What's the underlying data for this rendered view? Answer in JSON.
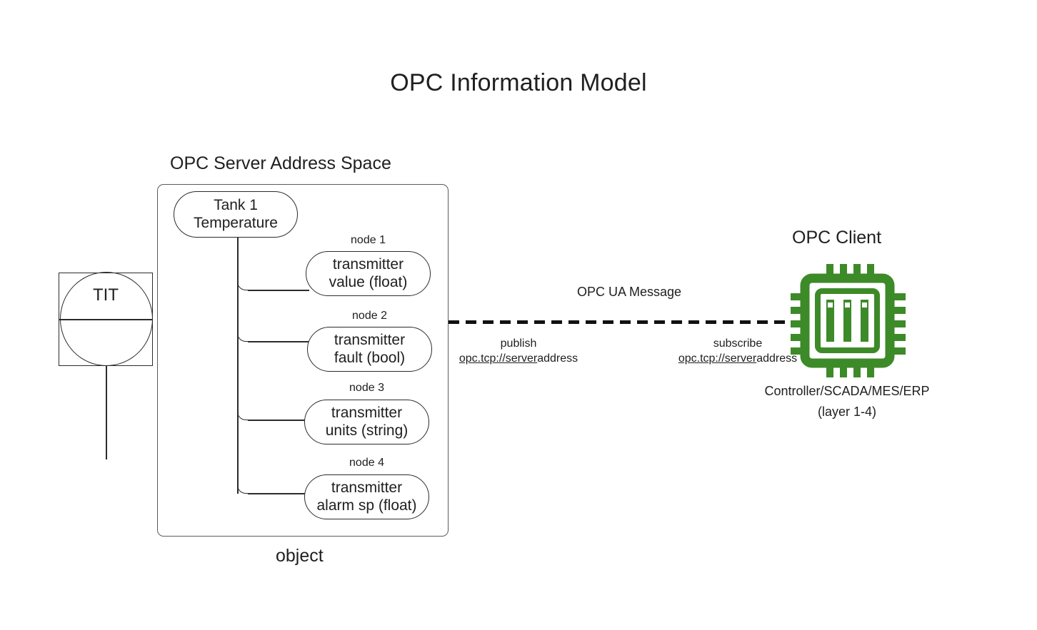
{
  "diagram": {
    "title": "OPC Information Model",
    "colors": {
      "chip_green": "#3d8a28",
      "stroke": "#2b2b2b",
      "container_stroke": "#5b5b5b",
      "text": "#202020"
    }
  },
  "server": {
    "heading": "OPC Server Address Space",
    "footer_label": "object",
    "root_node": {
      "line1": "Tank 1",
      "line2": "Temperature"
    },
    "nodes": [
      {
        "caption": "node 1",
        "line1": "transmitter",
        "line2": "value (float)"
      },
      {
        "caption": "node 2",
        "line1": "transmitter",
        "line2": "fault (bool)"
      },
      {
        "caption": "node 3",
        "line1": "transmitter",
        "line2": "units (string)"
      },
      {
        "caption": "node 4",
        "line1": "transmitter",
        "line2": "alarm sp (float)"
      }
    ]
  },
  "instrument": {
    "tag": "TIT"
  },
  "link": {
    "message_label": "OPC UA Message",
    "publish": {
      "action": "publish",
      "url_underlined": "opc.tcp://server",
      "url_tail": "address"
    },
    "subscribe": {
      "action": "subscribe",
      "url_underlined": "opc.tcp://server",
      "url_tail": "address"
    }
  },
  "client": {
    "heading": "OPC Client",
    "caption_line1": "Controller/SCADA/MES/ERP",
    "caption_line2": "(layer 1-4)",
    "icon": "chip-icon"
  }
}
